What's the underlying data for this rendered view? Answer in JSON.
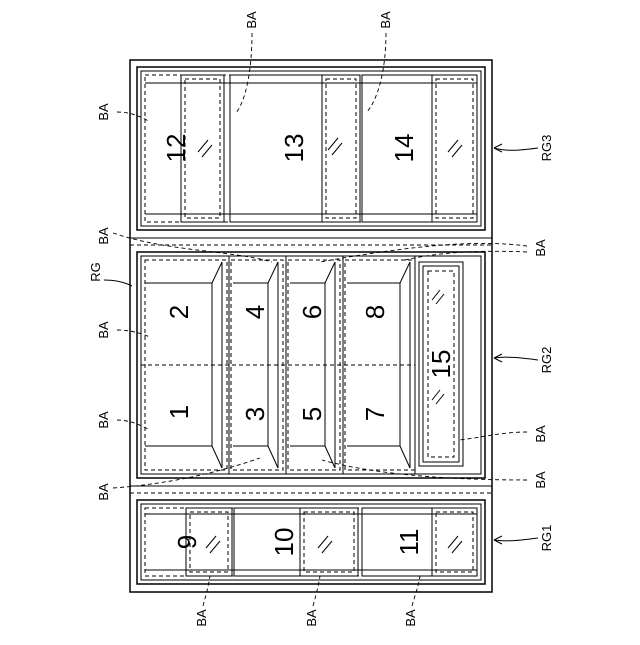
{
  "labels": {
    "ba": "BA",
    "rg": "RG",
    "rg1": "RG1",
    "rg2": "RG2",
    "rg3": "RG3"
  },
  "compartments": [
    "1",
    "2",
    "3",
    "4",
    "5",
    "6",
    "7",
    "8",
    "9",
    "10",
    "11",
    "12",
    "13",
    "14",
    "15"
  ]
}
